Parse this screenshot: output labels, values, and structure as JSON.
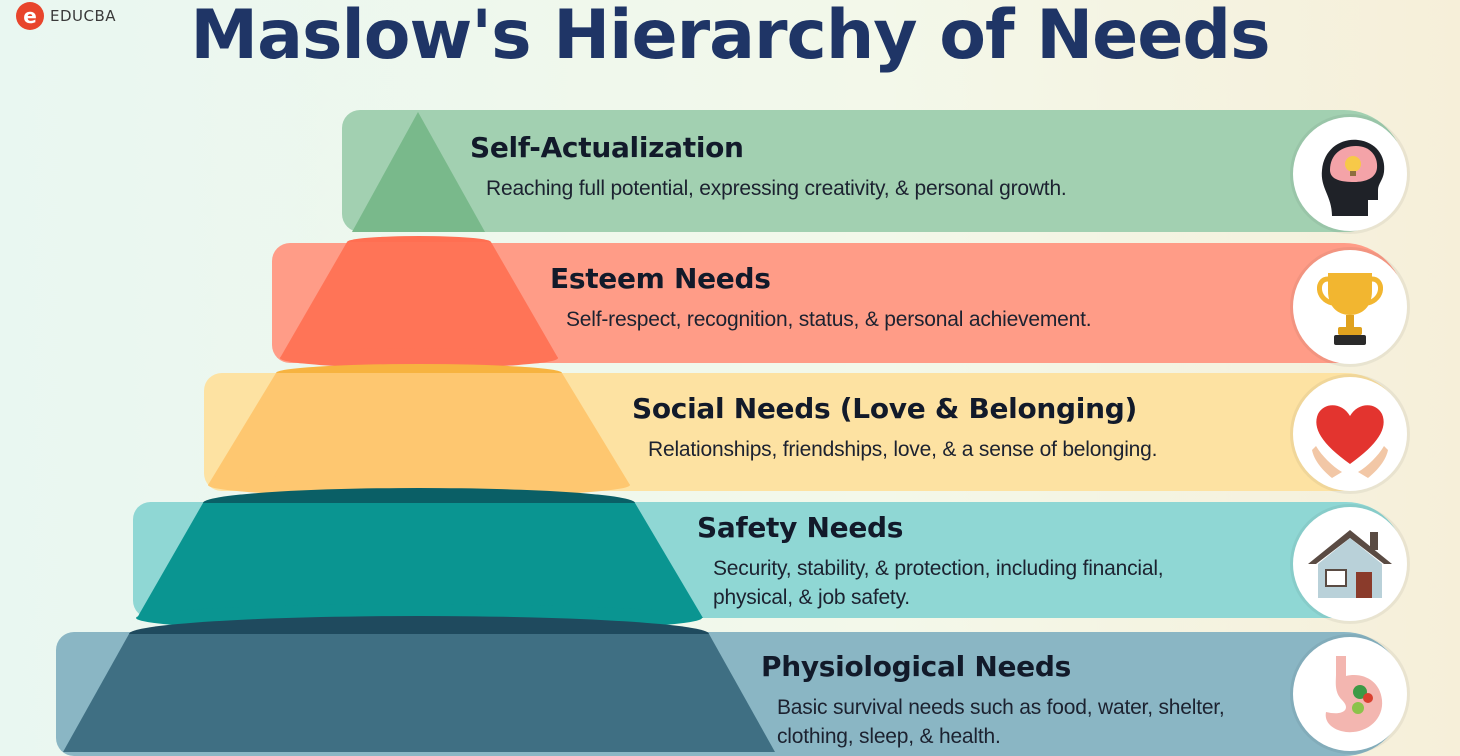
{
  "brand": {
    "logo_glyph": "e",
    "name": "EDUCBA",
    "color": "#e8452c"
  },
  "title": "Maslow's Hierarchy of Needs",
  "levels": [
    {
      "heading": "Self-Actualization",
      "description": "Reaching full potential, expressing creativity, & personal growth.",
      "icon": "brain-lightbulb-icon",
      "band_color": "#a2d0b1",
      "pyramid_color": "#79b98b"
    },
    {
      "heading": "Esteem Needs",
      "description": "Self-respect, recognition, status, & personal achievement.",
      "icon": "trophy-icon",
      "band_color": "#ff9c87",
      "pyramid_color": "#ff7457"
    },
    {
      "heading": "Social Needs (Love & Belonging)",
      "description": "Relationships, friendships, love, & a sense of belonging.",
      "icon": "heart-hands-icon",
      "band_color": "#fde2a2",
      "pyramid_color": "#fec770"
    },
    {
      "heading": "Safety Needs",
      "description_lines": [
        "Security, stability, & protection, including financial,",
        "physical, & job safety."
      ],
      "icon": "house-icon",
      "band_color": "#8fd7d4",
      "pyramid_color": "#0a9591"
    },
    {
      "heading": "Physiological Needs",
      "description_lines": [
        "Basic survival needs such as food, water, shelter,",
        "clothing, sleep, & health."
      ],
      "icon": "stomach-icon",
      "band_color": "#8ab6c4",
      "pyramid_color": "#3f6f83"
    }
  ]
}
